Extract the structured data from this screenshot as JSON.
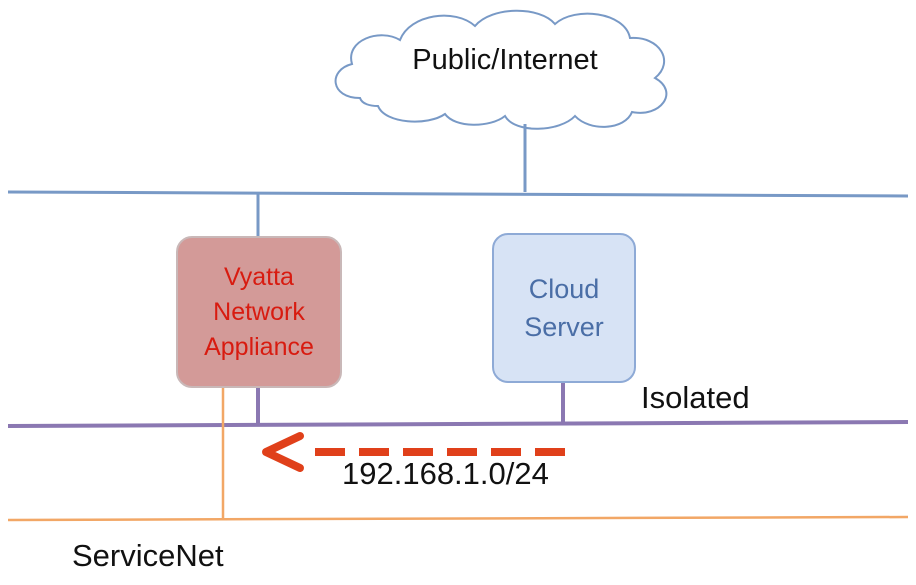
{
  "diagram": {
    "cloud": {
      "label": "Public/Internet"
    },
    "vyatta": {
      "line1": "Vyatta",
      "line2": "Network",
      "line3": "Appliance"
    },
    "cloud_server": {
      "line1": "Cloud",
      "line2": "Server"
    },
    "networks": {
      "isolated": "Isolated",
      "servicenet": "ServiceNet"
    },
    "route": {
      "subnet": "192.168.1.0/24"
    }
  },
  "colors": {
    "public_network_line": "#7899c6",
    "isolated_network_line": "#8b78b2",
    "servicenet_line": "#f2a766",
    "vyatta_fill": "#d39a98",
    "vyatta_text": "#d81b10",
    "cloud_server_fill": "#d7e3f5",
    "cloud_server_text": "#4a6ea6",
    "route_arrow": "#e0401a"
  }
}
